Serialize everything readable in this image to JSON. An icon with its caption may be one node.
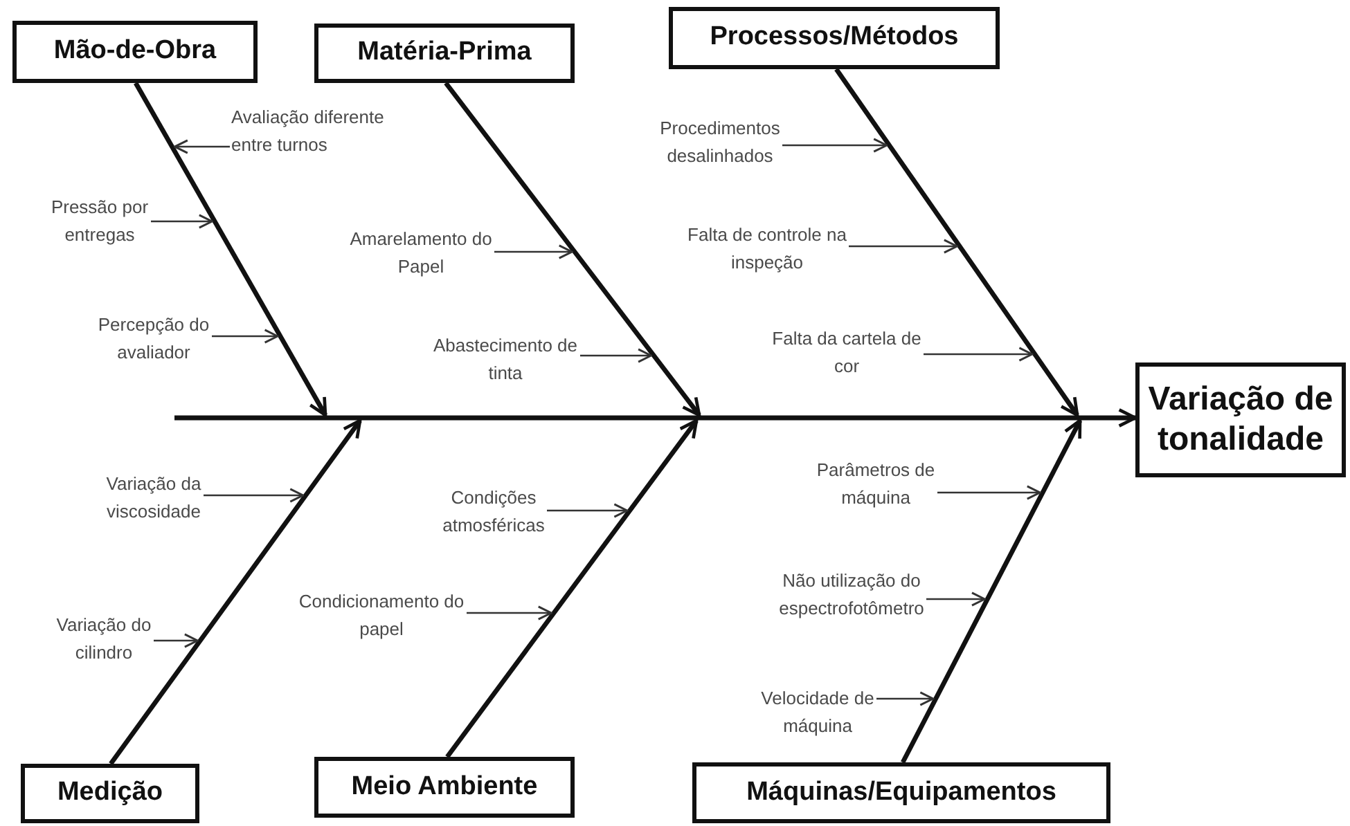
{
  "diagram": {
    "nodes": [
      {
        "text": [
          "Mão-de-Obra"
        ]
      },
      {
        "text": [
          "Matéria-Prima"
        ]
      },
      {
        "text": [
          "Processos/Métodos"
        ]
      },
      {
        "text": [
          "Variação de tonalidade"
        ]
      },
      {
        "text": [
          "Medição"
        ]
      },
      {
        "text": [
          "Meio Ambiente"
        ]
      },
      {
        "text": [
          "Máquinas/Equipamentos"
        ]
      },
      {
        "text": [
          "Avaliação diferente entre turnos"
        ]
      },
      {
        "text": [
          "Pressão por entregas"
        ]
      },
      {
        "text": [
          "Percepção do avaliador"
        ]
      },
      {
        "text": [
          "Amarelamento do Papel"
        ]
      },
      {
        "text": [
          "Abastecimento de tinta"
        ]
      },
      {
        "text": [
          "Procedimentos desalinhados"
        ]
      },
      {
        "text": [
          "Falta de controle na inspeção"
        ]
      },
      {
        "text": [
          "Falta da cartela de cor"
        ]
      },
      {
        "text": [
          "Variação da viscosidade"
        ]
      },
      {
        "text": [
          "Variação do cilindro"
        ]
      },
      {
        "text": [
          "Condições atmosféricas"
        ]
      },
      {
        "text": [
          "Condicionamento do papel"
        ]
      },
      {
        "text": [
          "Parâmetros de máquina"
        ]
      },
      {
        "text": [
          "Não utilização do espectrofotômetro"
        ]
      },
      {
        "text": [
          "Velocidade de máquina"
        ]
      }
    ],
    "edges": [
      {
        "from": 0,
        "to": null,
        "arrow": "to",
        "style": "thick"
      },
      {
        "from": 1,
        "to": null,
        "arrow": "to",
        "style": "thick"
      },
      {
        "from": 2,
        "to": null,
        "arrow": "to",
        "style": "thick"
      },
      {
        "from": 4,
        "to": null,
        "arrow": "to",
        "style": "thick"
      },
      {
        "from": 5,
        "to": null,
        "arrow": "to",
        "style": "thick"
      },
      {
        "from": 6,
        "to": null,
        "arrow": "to",
        "style": "thick"
      },
      {
        "from": null,
        "to": 3,
        "arrow": "to",
        "style": "thick"
      },
      {
        "from": 7,
        "to": null,
        "arrow": "to"
      },
      {
        "from": 8,
        "to": null,
        "arrow": "to"
      },
      {
        "from": 9,
        "to": null,
        "arrow": "to"
      },
      {
        "from": 10,
        "to": null,
        "arrow": "to"
      },
      {
        "from": 11,
        "to": null,
        "arrow": "to"
      },
      {
        "from": 12,
        "to": null,
        "arrow": "to"
      },
      {
        "from": 13,
        "to": null,
        "arrow": "to"
      },
      {
        "from": 14,
        "to": null,
        "arrow": "to"
      },
      {
        "from": 15,
        "to": null,
        "arrow": "to"
      },
      {
        "from": 16,
        "to": null,
        "arrow": "to"
      },
      {
        "from": 17,
        "to": null,
        "arrow": "to"
      },
      {
        "from": 18,
        "to": null,
        "arrow": "to"
      },
      {
        "from": 19,
        "to": null,
        "arrow": "to"
      },
      {
        "from": 20,
        "to": null,
        "arrow": "to"
      },
      {
        "from": 21,
        "to": null,
        "arrow": "to"
      }
    ]
  }
}
